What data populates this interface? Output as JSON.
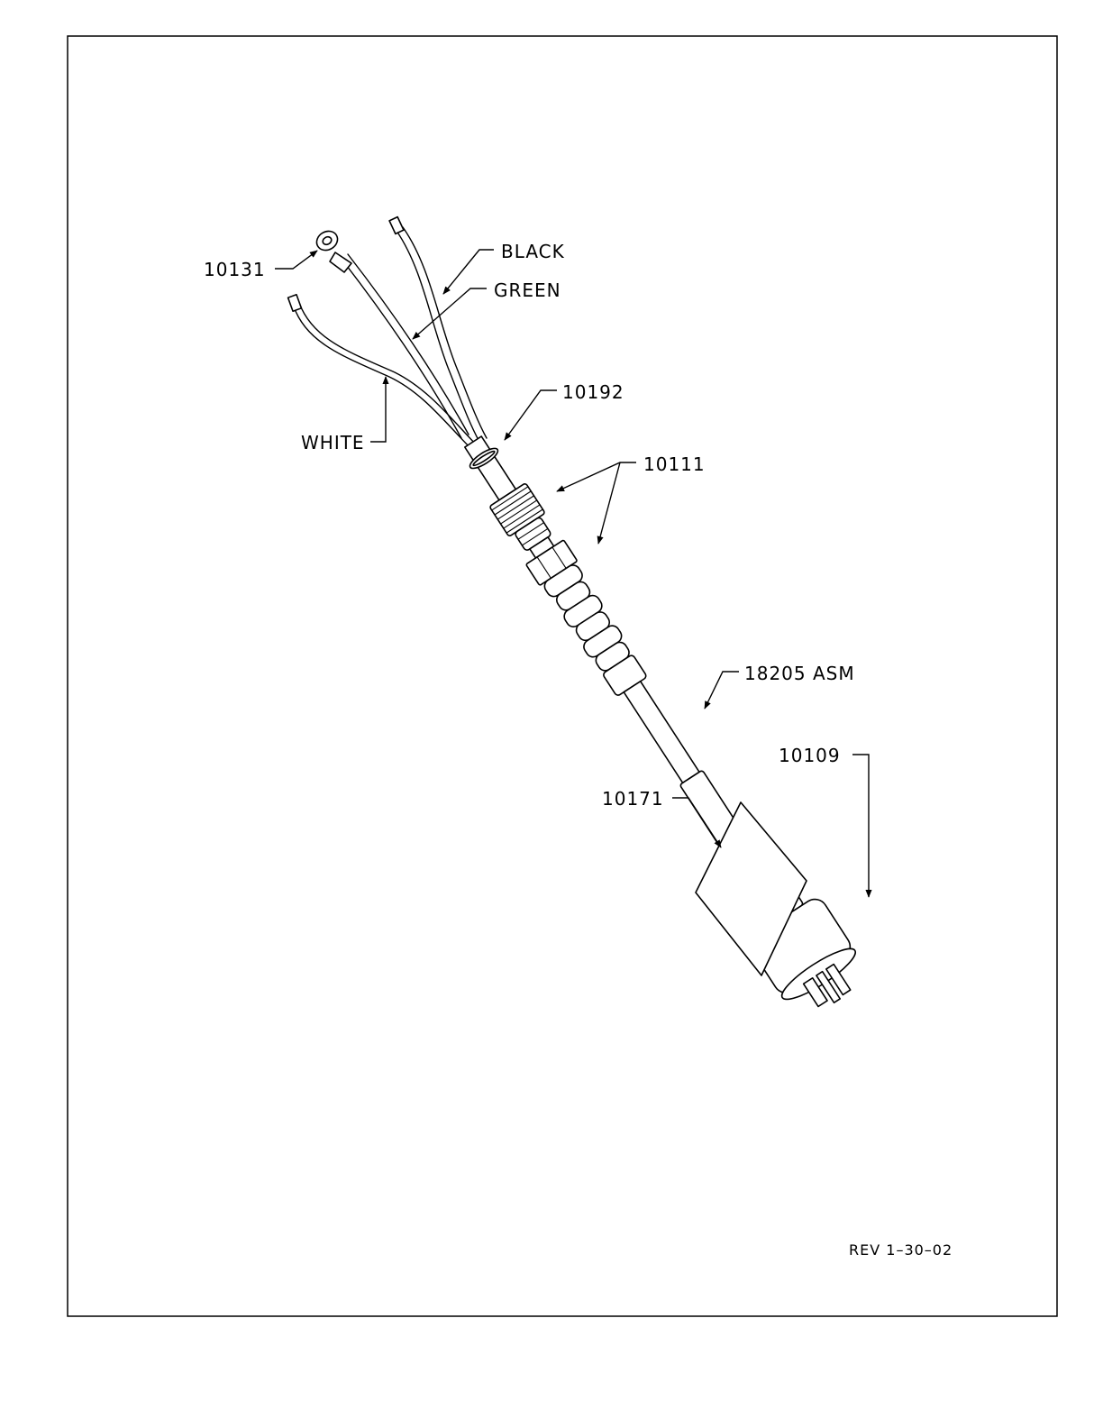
{
  "callouts": {
    "ring_terminal": "10131",
    "black_wire": "BLACK",
    "green_wire": "GREEN",
    "white_wire": "WHITE",
    "cable_tie": "10192",
    "fitting": "10111",
    "assembly": "18205 ASM",
    "connector": "10109",
    "label_tag": "10171"
  },
  "revision": "REV 1–30–02"
}
